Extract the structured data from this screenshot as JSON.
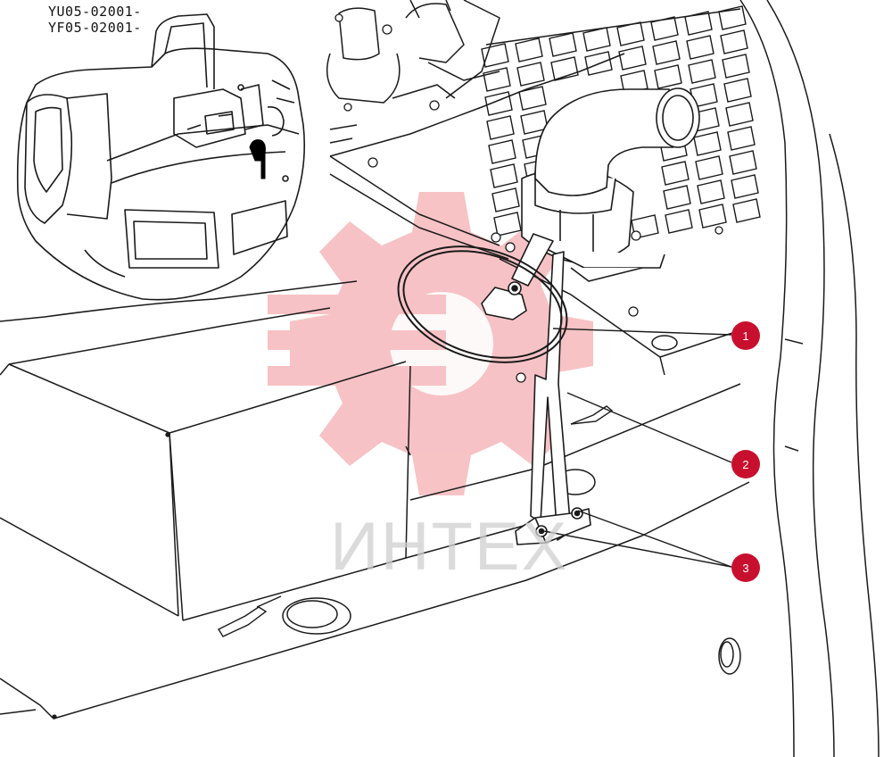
{
  "serials": [
    "YU05-02001-",
    "YF05-02001-"
  ],
  "callouts": [
    {
      "label": "1"
    },
    {
      "label": "2"
    },
    {
      "label": "3"
    }
  ],
  "watermark": {
    "text": "ИНТЕХ"
  },
  "colors": {
    "line": "#1a1a1a",
    "callout": "#c8102e",
    "watermark": "#f6b8bb",
    "watermark_text": "#d0d0d0"
  }
}
